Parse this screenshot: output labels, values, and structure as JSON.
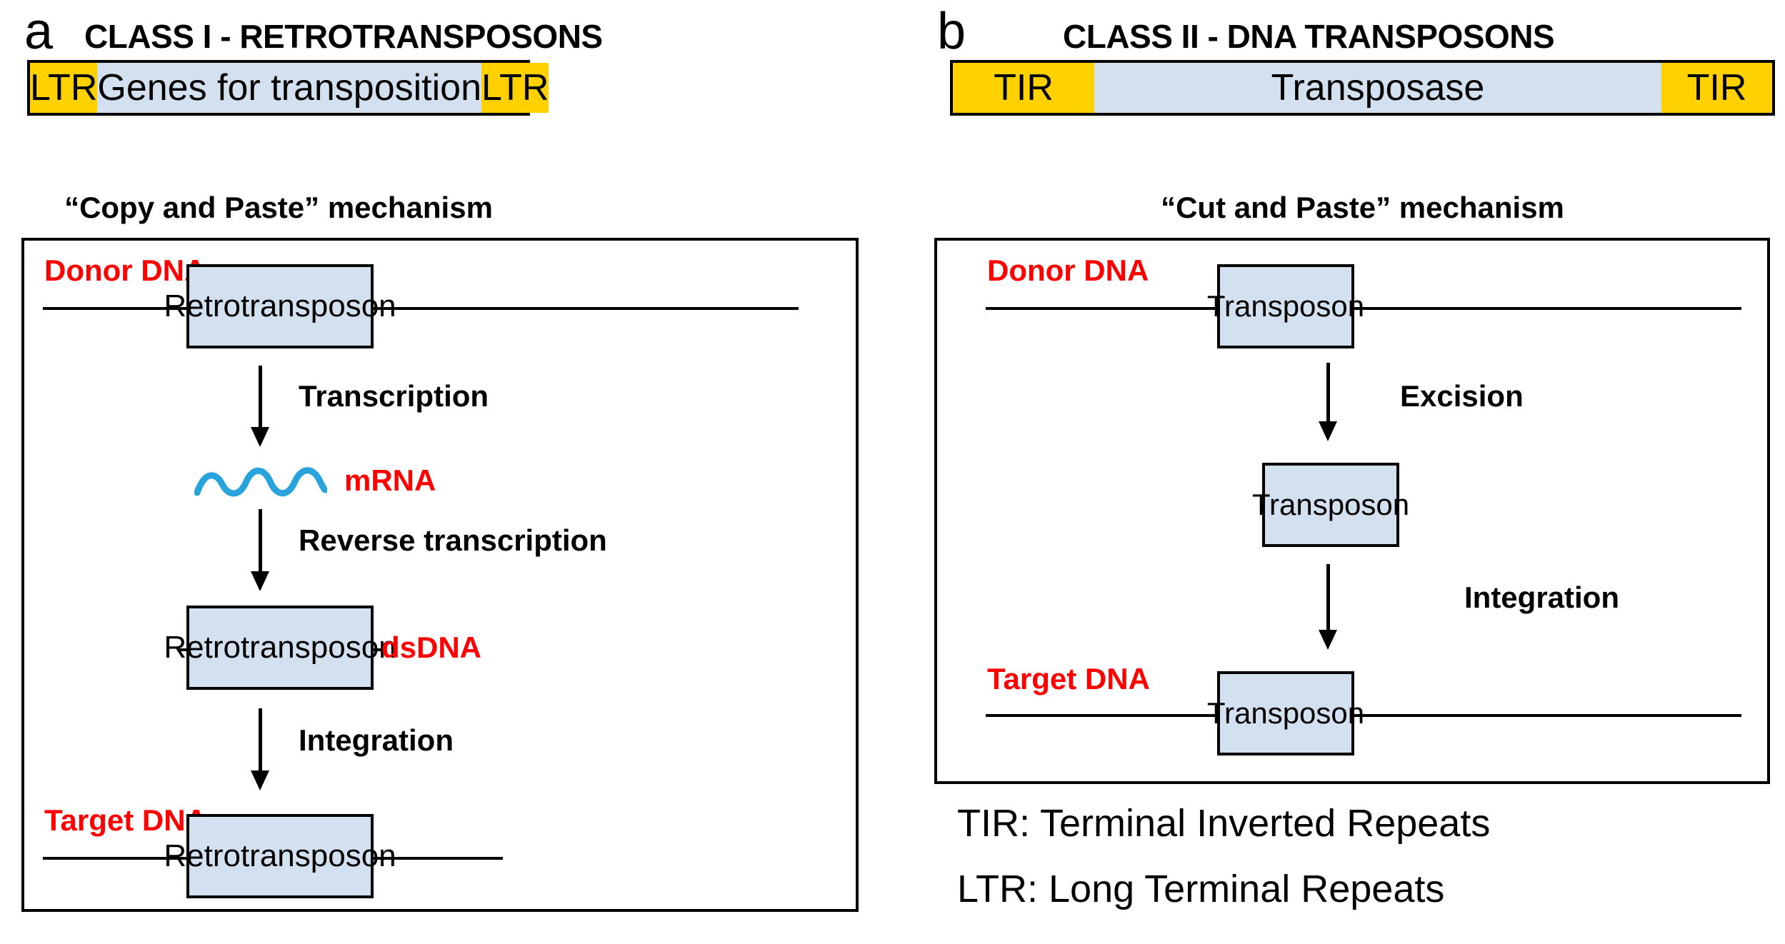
{
  "figure": {
    "background_color": "#FFFFFF",
    "accent_yellow": "#FFD100",
    "accent_blue_fill": "#D3E0F0",
    "accent_red": "#FF0000",
    "mrna_wave_color": "#29A3DC",
    "outline_color": "#000000"
  },
  "panel_a": {
    "letter": "a",
    "title": "CLASS I - RETROTRANSPOSONS",
    "structure": {
      "left_repeat": "LTR",
      "middle": "Genes for transposition",
      "right_repeat": "LTR"
    },
    "mechanism_caption": "“Copy and Paste” mechanism",
    "rows": {
      "donor_label": "Donor DNA",
      "donor_element": "Retrotransposon",
      "step1": "Transcription",
      "mrna_label": "mRNA",
      "step2": "Reverse transcription",
      "dsdna_element": "Retrotransposon",
      "dsdna_label": "dsDNA",
      "step3": "Integration",
      "target_label": "Target DNA",
      "target_element": "Retrotransposon"
    }
  },
  "panel_b": {
    "letter": "b",
    "title": "CLASS II - DNA TRANSPOSONS",
    "structure": {
      "left_repeat": "TIR",
      "middle": "Transposase",
      "right_repeat": "TIR"
    },
    "mechanism_caption": "“Cut and Paste” mechanism",
    "rows": {
      "donor_label": "Donor DNA",
      "donor_element": "Transposon",
      "step1": "Excision",
      "free_element": "Transposon",
      "step2": "Integration",
      "target_label": "Target DNA",
      "target_element": "Transposon"
    },
    "legend": [
      "TIR: Terminal Inverted Repeats",
      "LTR: Long Terminal Repeats"
    ]
  }
}
